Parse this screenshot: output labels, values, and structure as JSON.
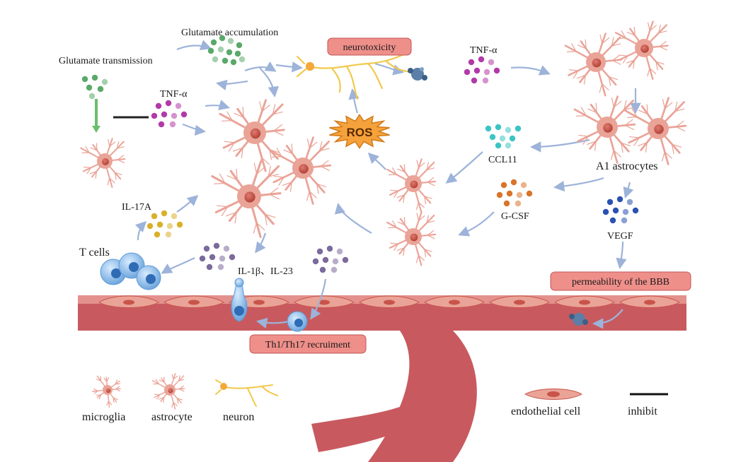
{
  "labels": {
    "glutamate_accumulation": "Glutamate accumulation",
    "glutamate_transmission": "Glutamate transmission",
    "neurotoxicity": "neurotoxicity",
    "tnf_alpha_left": "TNF-α",
    "tnf_alpha_right": "TNF-α",
    "ros": "ROS",
    "ccl11": "CCL11",
    "a1_astrocytes": "A1 astrocytes",
    "g_csf": "G-CSF",
    "vegf": "VEGF",
    "il17a": "IL-17A",
    "t_cells": "T cells",
    "il1b_il23": "IL-1β、IL-23",
    "permeability_bbb": "permeability of the BBB",
    "th_recruitment": "Th1/Th17 recruiment"
  },
  "legend": {
    "microglia": "microglia",
    "astrocyte": "astrocyte",
    "neuron": "neuron",
    "endothelial_cell": "endothelial cell",
    "inhibit": "inhibit"
  },
  "colors": {
    "vessel": "#c85a5f",
    "vessel_light": "#e89a95",
    "cell_body": "#eaa397",
    "cell_nucleus": "#c8544a",
    "label_box": "#ef8f8a",
    "label_box_stroke": "#c25555",
    "arrow": "#9db3d9",
    "ros_star": "#f6a23c",
    "neuron": "#f2c94c",
    "glutamate": "#5aa96a",
    "tnf": "#b23aa8",
    "ccl11": "#3cc4c4",
    "gcsf": "#d9742a",
    "vegf": "#2a52b2",
    "il17a": "#d9b02a",
    "il1b": "#7b6a9c",
    "tcell": "#5e9ad8"
  }
}
